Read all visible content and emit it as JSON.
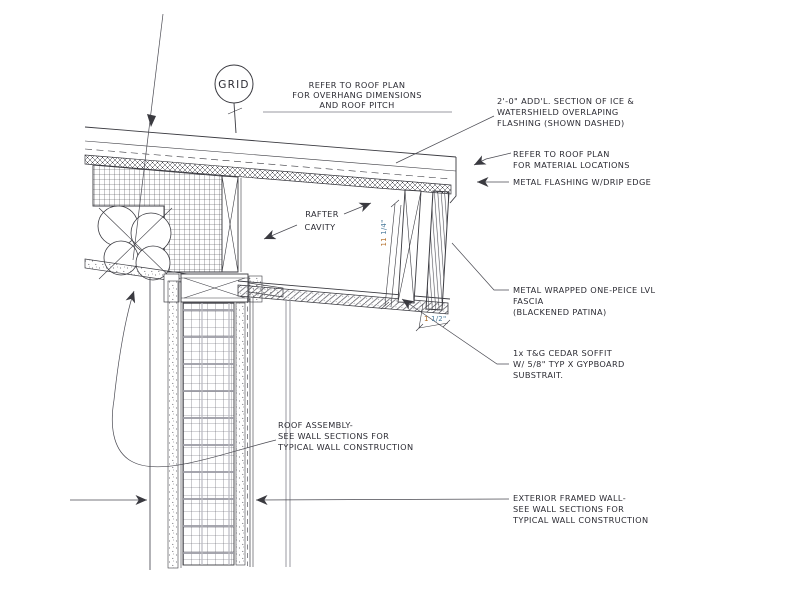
{
  "drawing": {
    "title_hint": "roof eave / exterior wall construction detail",
    "grid_bubble_label": "GRID",
    "annotations": {
      "refer_overhang": {
        "lines": [
          "REFER TO ROOF PLAN",
          "FOR OVERHANG DIMENSIONS",
          "AND ROOF PITCH"
        ]
      },
      "ice_watershield": {
        "lines": [
          "2'-0\" ADD'L. SECTION OF ICE &",
          "WATERSHIELD OVERLAPING",
          "FLASHING (SHOWN DASHED)"
        ]
      },
      "refer_material": {
        "lines": [
          "REFER TO ROOF PLAN",
          "FOR MATERIAL LOCATIONS"
        ]
      },
      "metal_flashing": {
        "lines": [
          "METAL FLASHING W/DRIP EDGE"
        ]
      },
      "rafter_cavity": {
        "lines": [
          "RAFTER",
          "CAVITY"
        ]
      },
      "metal_fascia": {
        "lines": [
          "METAL WRAPPED ONE-PEICE LVL",
          "FASCIA",
          "(BLACKENED PATINA)"
        ]
      },
      "cedar_soffit": {
        "lines": [
          "1x T&G CEDAR SOFFIT",
          "W/ 5/8\" TYP X GYPBOARD",
          "SUBSTRAIT."
        ]
      },
      "roof_assembly": {
        "lines": [
          "ROOF ASSEMBLY-",
          "SEE WALL SECTIONS FOR",
          "TYPICAL WALL CONSTRUCTION"
        ]
      },
      "exterior_wall": {
        "lines": [
          "EXTERIOR FRAMED WALL-",
          "SEE WALL SECTIONS FOR",
          "TYPICAL WALL CONSTRUCTION"
        ]
      }
    },
    "dimensions": {
      "rafter_depth": {
        "whole": "11 ",
        "fraction": "1/4\""
      },
      "fascia_width": {
        "whole": "1 ",
        "fraction": "1/2\""
      }
    },
    "colors": {
      "linework": "#3a3a40",
      "light_line": "#9a9aa0",
      "dim_whole": "#b06820",
      "dim_fraction": "#4a7a9b",
      "text": "#2b2b33",
      "background": "#ffffff"
    }
  }
}
